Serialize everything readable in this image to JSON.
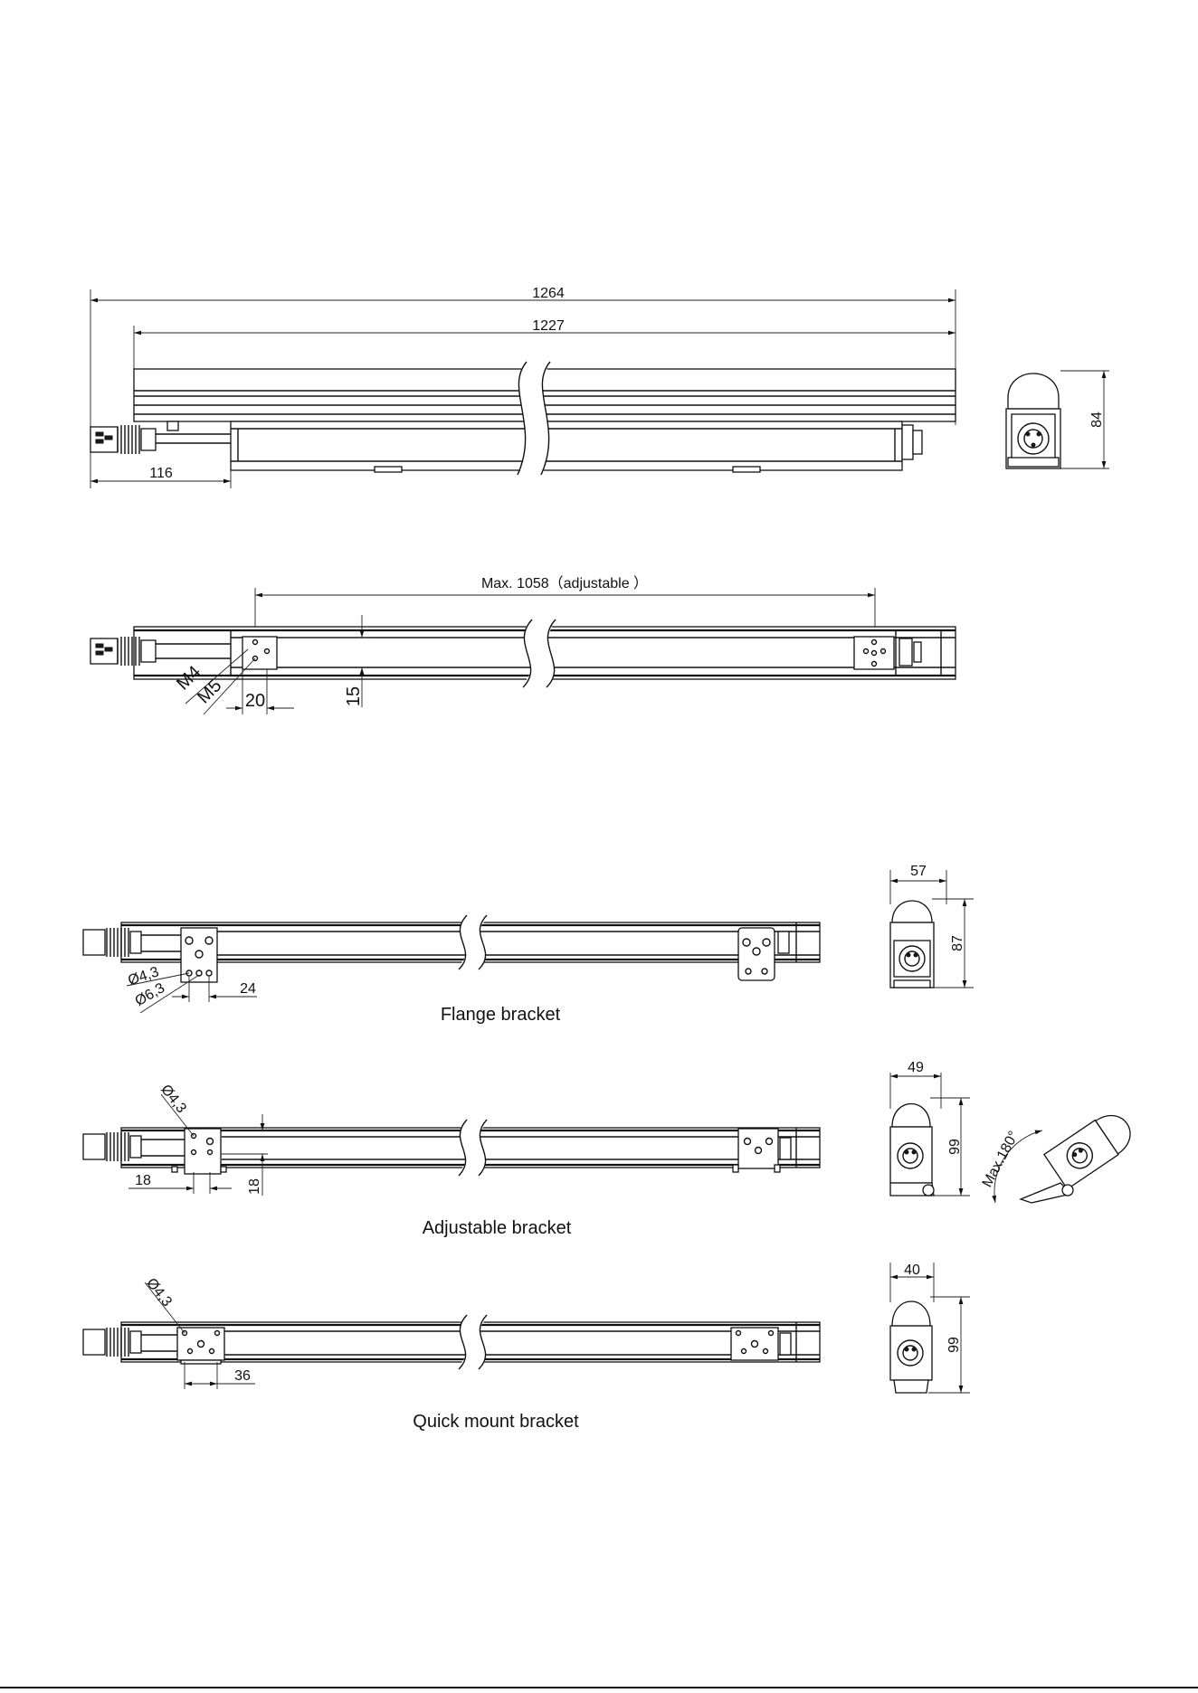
{
  "views": {
    "front": {
      "dim_overall": "1264",
      "dim_body": "1227",
      "dim_connector": "116",
      "dim_height": "84"
    },
    "mounting": {
      "dim_max": "Max. 1058（adjustable ）",
      "thread_m4": "M4",
      "thread_m5": "M5",
      "dim_20": "20",
      "dim_15": "15"
    },
    "flange": {
      "caption": "Flange bracket",
      "hole_small": "Ø4,3",
      "hole_large": "Ø6,3",
      "dim_24": "24",
      "side_width": "57",
      "side_height": "87"
    },
    "adjustable": {
      "caption": "Adjustable bracket",
      "hole": "Ø4,3",
      "dim_18a": "18",
      "dim_18b": "18",
      "side_width": "49",
      "side_height": "99",
      "rotation": "Max.180°"
    },
    "quick": {
      "caption": "Quick mount bracket",
      "hole": "Ø4,3",
      "dim_36": "36",
      "side_width": "40",
      "side_height": "99"
    }
  }
}
